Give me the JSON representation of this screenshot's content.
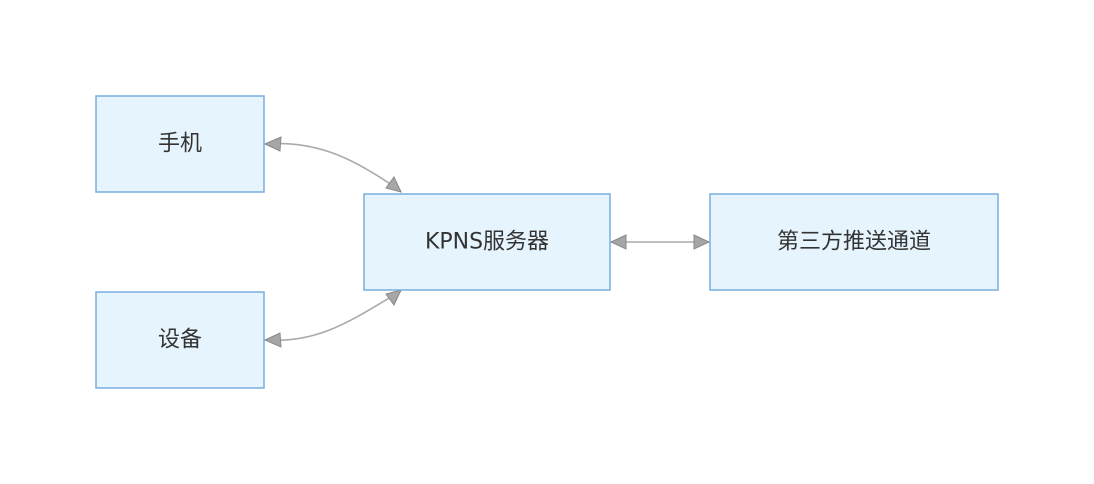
{
  "diagram": {
    "nodes": {
      "phone": {
        "label": "手机"
      },
      "device": {
        "label": "设备"
      },
      "server": {
        "label": "KPNS服务器"
      },
      "channel": {
        "label": "第三方推送通道"
      }
    },
    "edges": [
      {
        "from": "phone",
        "to": "server",
        "direction": "both"
      },
      {
        "from": "device",
        "to": "server",
        "direction": "both"
      },
      {
        "from": "server",
        "to": "channel",
        "direction": "both"
      }
    ],
    "colors": {
      "node_fill": "#e6f4fd",
      "node_border": "#7aaedd",
      "edge": "#aaaaaa",
      "arrowhead": "#a6a6a6",
      "text": "#333333"
    }
  }
}
